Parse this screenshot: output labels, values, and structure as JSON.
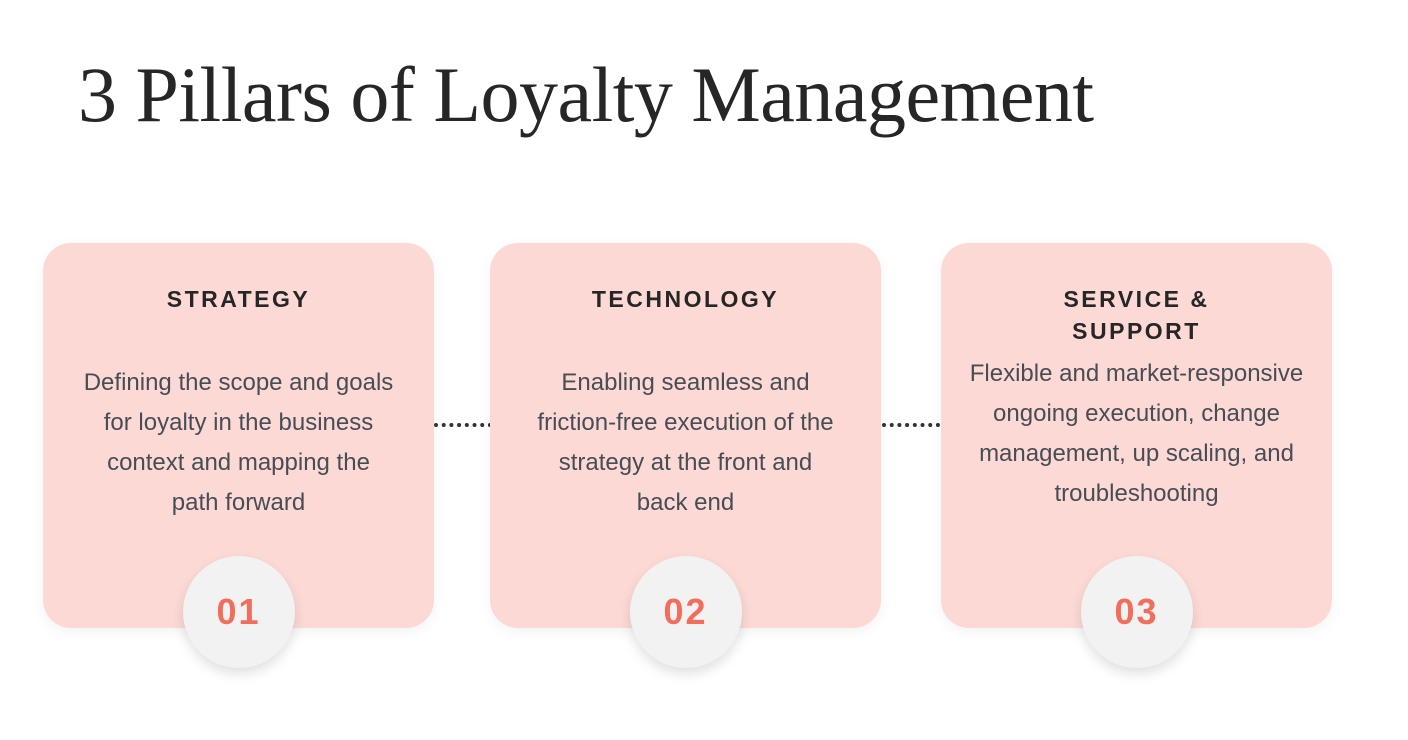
{
  "title": "3 Pillars of Loyalty Management",
  "pillars": [
    {
      "heading": "STRATEGY",
      "body": "Defining the scope and goals for loyalty in the business context and mapping the path forward",
      "number": "01"
    },
    {
      "heading": "TECHNOLOGY",
      "body": "Enabling seamless and friction-free execution of the strategy at the front and back end",
      "number": "02"
    },
    {
      "heading": "SERVICE & SUPPORT",
      "body": "Flexible and market-responsive ongoing execution, change management, up scaling, and troubleshooting",
      "number": "03"
    }
  ],
  "colors": {
    "card": "#fdd9d5",
    "accent": "#f26d5b",
    "circle": "#f2f2f2"
  }
}
